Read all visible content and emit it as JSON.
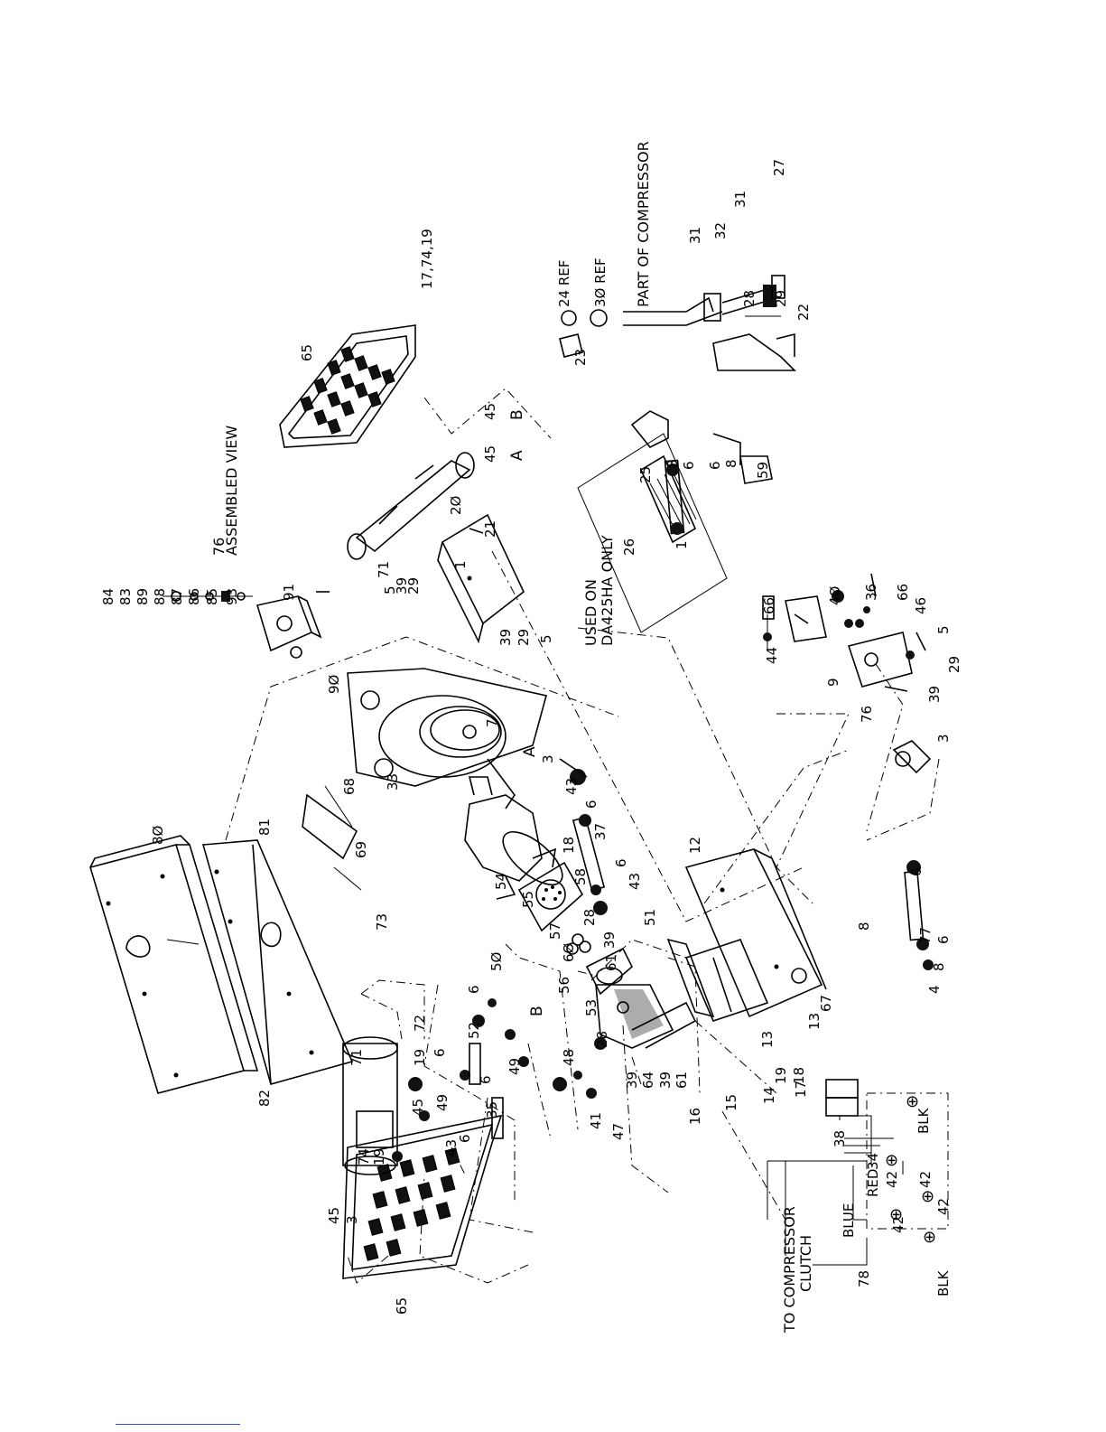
{
  "labels": {
    "assembled_view_number": "76",
    "assembled_view_title": "ASSEMBLED VIEW",
    "used_on_line1": "USED ON",
    "used_on_line2": "DA425HA ONLY",
    "part_of_compressor": "PART OF COMPRESSOR",
    "ref_24": "24 REF",
    "ref_30": "3Ø REF",
    "to_compressor_line1": "TO COMPRESSOR",
    "to_compressor_line2": "CLUTCH",
    "wire_blue": "BLUE",
    "wire_red": "RED",
    "wire_blk_left": "BLK",
    "wire_blk_right": "BLK",
    "callout_A_top": "A",
    "callout_A_mid": "A",
    "callout_B_top": "B",
    "callout_B_mid": "B"
  },
  "parts": {
    "p_17_74_19": "17,74,19",
    "p_65_top": "65",
    "p_45_b": "45",
    "p_45_a": "45",
    "p_71_top": "71",
    "p_20": "2Ø",
    "p_21": "21",
    "p_1_top": "1",
    "p_5_stack": "5",
    "p_39_stack": "39",
    "p_29_stack": "29",
    "p_84": "84",
    "p_83": "83",
    "p_89": "89",
    "p_88": "88",
    "p_87": "87",
    "p_86": "86",
    "p_85": "85",
    "p_93": "93",
    "p_91": "91",
    "p_90": "9Ø",
    "p_23": "23",
    "p_28_top": "28",
    "p_29_top": "29",
    "p_22": "22",
    "p_31_a": "31",
    "p_31_b": "31",
    "p_32": "32",
    "p_27": "27",
    "p_25": "25",
    "p_26": "26",
    "p_8_a": "8",
    "p_6_a": "6",
    "p_6_b": "6",
    "p_8_b": "8",
    "p_59": "59",
    "p_1_mid": "1",
    "p_80": "8Ø",
    "p_81": "81",
    "p_82": "82",
    "p_68": "68",
    "p_69": "69",
    "p_73": "73",
    "p_33": "33",
    "p_7": "7",
    "p_39_r": "39",
    "p_29_r": "29",
    "p_5_r": "5",
    "p_3_top": "3",
    "p_43_top": "43",
    "p_54": "54",
    "p_55": "55",
    "p_6_mid": "6",
    "p_37": "37",
    "p_18_mid": "18",
    "p_58": "58",
    "p_6_mid2": "6",
    "p_43_mid": "43",
    "p_57": "57",
    "p_28_mid": "28",
    "p_39_mid": "39",
    "p_60": "6Ø",
    "p_56": "56",
    "p_51": "51",
    "p_12": "12",
    "p_61_a": "61",
    "p_61_b": "61",
    "p_53": "53",
    "p_67": "67",
    "p_13_a": "13",
    "p_13_b": "13",
    "p_17": "17",
    "p_18_low": "18",
    "p_19_low": "19",
    "p_14": "14",
    "p_15": "15",
    "p_16": "16",
    "p_39_low_a": "39",
    "p_64": "64",
    "p_39_low_b": "39",
    "p_28_low": "28",
    "p_48": "48",
    "p_41": "41",
    "p_47": "47",
    "p_50": "5Ø",
    "p_6_l1": "6",
    "p_52": "52",
    "p_49_a": "49",
    "p_6_l2": "6",
    "p_35": "35",
    "p_43_l": "43",
    "p_6_l3": "6",
    "p_71_l": "71",
    "p_72": "72",
    "p_19_l1": "19",
    "p_6_l4": "6",
    "p_49_l": "49",
    "p_45_l1": "45",
    "p_74": "74",
    "p_19_l2": "19",
    "p_45_l2": "45",
    "p_3_l": "3",
    "p_65_l": "65",
    "p_44": "44",
    "p_66_a": "66",
    "p_9": "9",
    "p_40": "4Ø",
    "p_36": "36",
    "p_66_b": "66",
    "p_46": "46",
    "p_5_br": "5",
    "p_29_br": "29",
    "p_39_br": "39",
    "p_76_br": "76",
    "p_3_br": "3",
    "p_8_br1": "8",
    "p_6_br1": "6",
    "p_77": "77",
    "p_6_br2": "6",
    "p_8_br2": "8",
    "p_4": "4",
    "p_38": "38",
    "p_34": "34",
    "p_42_a": "42",
    "p_42_b": "42",
    "p_42_c": "42",
    "p_42_d": "42",
    "p_78": "78"
  }
}
